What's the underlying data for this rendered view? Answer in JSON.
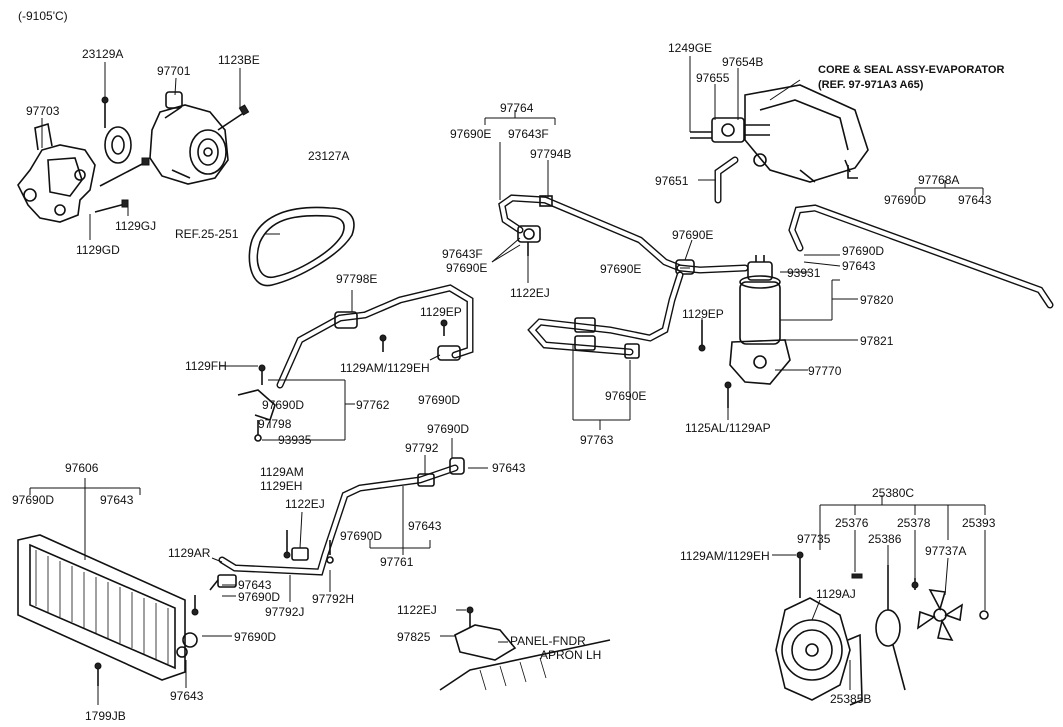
{
  "header": {
    "date_code": "(-9105'C)"
  },
  "labels": {
    "p23129A": "23129A",
    "p97701": "97701",
    "p1123BE": "1123BE",
    "p97703": "97703",
    "p1129GJ": "1129GJ",
    "p1129GD": "1129GD",
    "p23127A": "23127A",
    "ref25251": "REF.25-251",
    "p97764": "97764",
    "p97690E_a": "97690E",
    "p97643F_a": "97643F",
    "p97794B": "97794B",
    "p97643F_b": "97643F",
    "p97690E_b": "97690E",
    "p1122EJ_a": "1122EJ",
    "p1249GE": "1249GE",
    "p97654B": "97654B",
    "p97655": "97655",
    "p97651": "97651",
    "core_line1": "CORE & SEAL ASSY-EVAPORATOR",
    "core_line2": "(REF. 97-971A3 A65)",
    "p97690E_c": "97690E",
    "p97690E_d": "97690E",
    "p97768A": "97768A",
    "p97690D_a": "97690D",
    "p97643_a": "97643",
    "p97690D_b": "97690D",
    "p97643_b": "97643",
    "p93931": "93931",
    "p97820": "97820",
    "p97821": "97821",
    "p97770": "97770",
    "p1125AL": "1125AL/1129AP",
    "p97798E": "97798E",
    "p1129EP_a": "1129EP",
    "p1129EP_b": "1129EP",
    "p1129FH": "1129FH",
    "p1129AM_a": "1129AM/1129EH",
    "p97690D_c": "97690D",
    "p97762": "97762",
    "p97798": "97798",
    "p93935": "93935",
    "p97690D_d": "97690D",
    "p97690E_e": "97690E",
    "p97763": "97763",
    "p97606": "97606",
    "p97690D_e": "97690D",
    "p97643_c": "97643",
    "p1129AM_b": "1129AM",
    "p1129EH": "1129EH",
    "p97792": "97792",
    "p97690D_f": "97690D",
    "p97643_d": "97643",
    "p1122EJ_b": "1122EJ",
    "p97690D_g": "97690D",
    "p97643_e": "97643",
    "p97761": "97761",
    "p1129AR": "1129AR",
    "p97643_f": "97643",
    "p97690D_h": "97690D",
    "p97792J": "97792J",
    "p97792H": "97792H",
    "p97690D_i": "97690D",
    "p97643_g": "97643",
    "p1799JB": "1799JB",
    "p1122EJ_c": "1122EJ",
    "p97825": "97825",
    "panel_line1": "PANEL-FNDR",
    "panel_line2": "APRON LH",
    "p25380C": "25380C",
    "p25376": "25376",
    "p25378": "25378",
    "p25393": "25393",
    "p97735": "97735",
    "p25386": "25386",
    "p97737A": "97737A",
    "p1129AM_c": "1129AM/1129EH",
    "p1129AJ": "1129AJ",
    "p25385B": "25385B"
  }
}
